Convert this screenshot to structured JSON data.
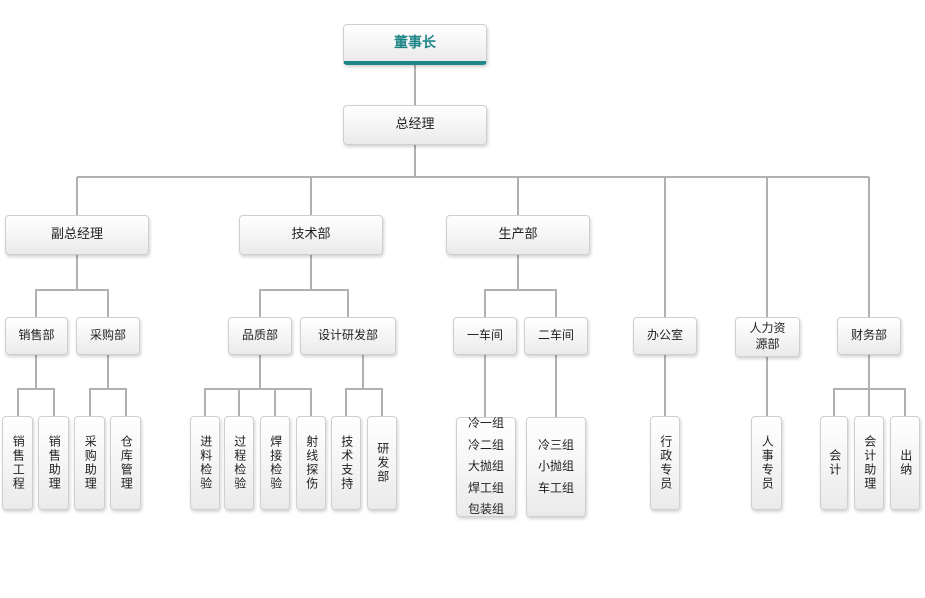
{
  "diagram": {
    "type": "org-chart",
    "accent_color": "#1f8688",
    "line_color": "#b0b0b0",
    "nodes": {
      "chairman": {
        "label": "董事长"
      },
      "general_manager": {
        "label": "总经理"
      },
      "deputy_gm": {
        "label": "副总经理"
      },
      "tech_dept": {
        "label": "技术部"
      },
      "production_dept": {
        "label": "生产部"
      },
      "sales_dept": {
        "label": "销售部"
      },
      "purchasing_dept": {
        "label": "采购部"
      },
      "quality_dept": {
        "label": "品质部"
      },
      "design_rd_dept": {
        "label": "设计研发部"
      },
      "workshop1": {
        "label": "一车间"
      },
      "workshop2": {
        "label": "二车间"
      },
      "office": {
        "label": "办公室"
      },
      "hr_dept": {
        "label": "人力资\n源部"
      },
      "finance_dept": {
        "label": "财务部"
      },
      "sales_engineering": {
        "label": "销售工程"
      },
      "sales_assistant": {
        "label": "销售助理"
      },
      "purchasing_assistant": {
        "label": "采购助理"
      },
      "warehouse_mgmt": {
        "label": "仓库管理"
      },
      "incoming_inspection": {
        "label": "进料检验"
      },
      "process_inspection": {
        "label": "过程检验"
      },
      "welding_inspection": {
        "label": "焊接检验"
      },
      "xray_testing": {
        "label": "射线探伤"
      },
      "tech_support": {
        "label": "技术支持"
      },
      "rd_dept": {
        "label": "研发部"
      },
      "workshop1_groups": {
        "label": "冷一组\n冷二组\n大抛组\n焊工组\n包装组"
      },
      "workshop2_groups": {
        "label": "冷三组\n小抛组\n车工组"
      },
      "admin_specialist": {
        "label": "行政专员"
      },
      "hr_specialist": {
        "label": "人事专员"
      },
      "accountant": {
        "label": "会计"
      },
      "accounting_assistant": {
        "label": "会计助理"
      },
      "cashier": {
        "label": "出纳"
      }
    },
    "edges": [
      [
        "chairman",
        "general_manager"
      ],
      [
        "general_manager",
        "deputy_gm"
      ],
      [
        "general_manager",
        "tech_dept"
      ],
      [
        "general_manager",
        "production_dept"
      ],
      [
        "general_manager",
        "office"
      ],
      [
        "general_manager",
        "hr_dept"
      ],
      [
        "general_manager",
        "finance_dept"
      ],
      [
        "deputy_gm",
        "sales_dept"
      ],
      [
        "deputy_gm",
        "purchasing_dept"
      ],
      [
        "tech_dept",
        "quality_dept"
      ],
      [
        "tech_dept",
        "design_rd_dept"
      ],
      [
        "production_dept",
        "workshop1"
      ],
      [
        "production_dept",
        "workshop2"
      ],
      [
        "sales_dept",
        "sales_engineering"
      ],
      [
        "sales_dept",
        "sales_assistant"
      ],
      [
        "purchasing_dept",
        "purchasing_assistant"
      ],
      [
        "purchasing_dept",
        "warehouse_mgmt"
      ],
      [
        "quality_dept",
        "incoming_inspection"
      ],
      [
        "quality_dept",
        "process_inspection"
      ],
      [
        "quality_dept",
        "welding_inspection"
      ],
      [
        "quality_dept",
        "xray_testing"
      ],
      [
        "design_rd_dept",
        "tech_support"
      ],
      [
        "design_rd_dept",
        "rd_dept"
      ],
      [
        "workshop1",
        "workshop1_groups"
      ],
      [
        "workshop2",
        "workshop2_groups"
      ],
      [
        "office",
        "admin_specialist"
      ],
      [
        "hr_dept",
        "hr_specialist"
      ],
      [
        "finance_dept",
        "accountant"
      ],
      [
        "finance_dept",
        "accounting_assistant"
      ],
      [
        "finance_dept",
        "cashier"
      ]
    ]
  }
}
